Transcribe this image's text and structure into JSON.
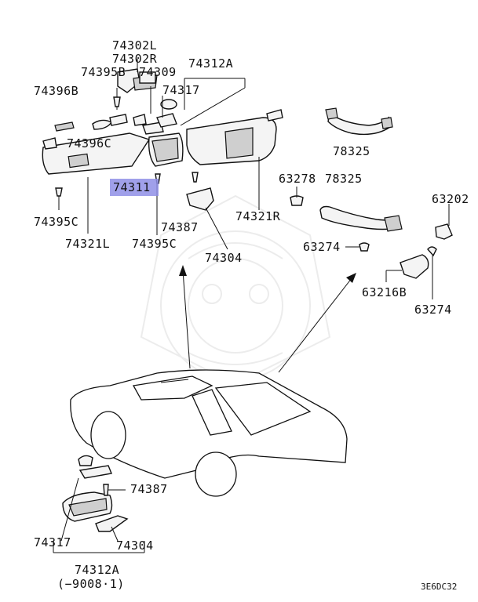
{
  "labels": {
    "p74302L": "74302L",
    "p74302R": "74302R",
    "p74395B": "74395B",
    "p74309": "74309",
    "p74312A_top": "74312A",
    "p74396B": "74396B",
    "p74317_top": "74317",
    "p74396C": "74396C",
    "p74311": "74311",
    "p74395C_left": "74395C",
    "p74321L": "74321L",
    "p74387_top": "74387",
    "p74395C_mid": "74395C",
    "p74304_top": "74304",
    "p74321R": "74321R",
    "p78325_top": "78325",
    "p63278": "63278",
    "p78325_mid": "78325",
    "p63274_mid": "63274",
    "p63202": "63202",
    "p63216B": "63216B",
    "p63274_right": "63274",
    "p74387_bottom": "74387",
    "p74317_bottom": "74317",
    "p74304_bottom": "74304",
    "p74312A_bottom": "74312A",
    "date_range": "(−9008·1)",
    "diagram_code": "3E6DC32"
  },
  "colors": {
    "highlight": "#8f8fe6",
    "line": "#111111",
    "watermark": "#ececec"
  }
}
